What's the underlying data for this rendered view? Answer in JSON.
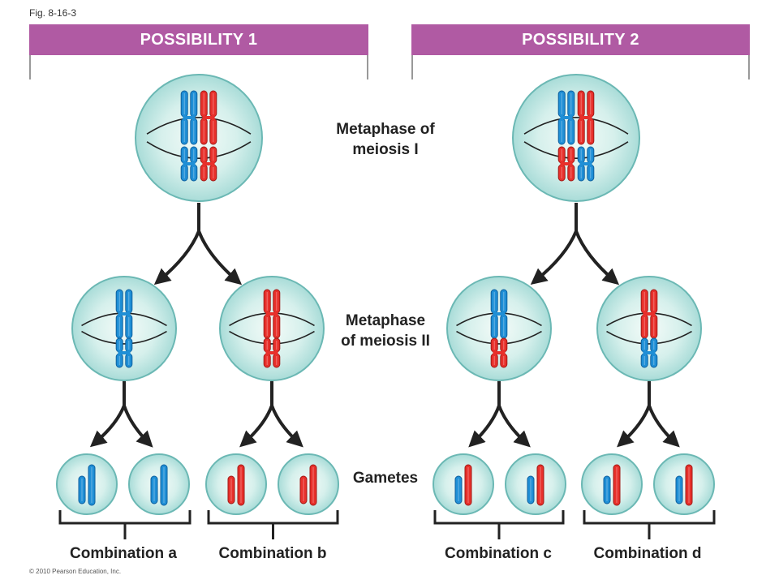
{
  "figure_label": "Fig. 8-16-3",
  "possibilities": [
    {
      "title": "POSSIBILITY 1"
    },
    {
      "title": "POSSIBILITY 2"
    }
  ],
  "stages": {
    "metaphase_1": [
      "Metaphase of",
      "meiosis I"
    ],
    "metaphase_2": [
      "Metaphase",
      "of meiosis II"
    ],
    "gametes": "Gametes"
  },
  "combinations": [
    "Combination a",
    "Combination b",
    "Combination c",
    "Combination d"
  ],
  "copyright": "© 2010 Pearson Education, Inc.",
  "colors": {
    "header": "#b05aa3",
    "cell_fill": "#bfe6e4",
    "cell_stroke": "#6bb8b4",
    "chromosome_blue": "#1f8fd6",
    "chromosome_red": "#e8302b",
    "arrow": "#222222"
  }
}
